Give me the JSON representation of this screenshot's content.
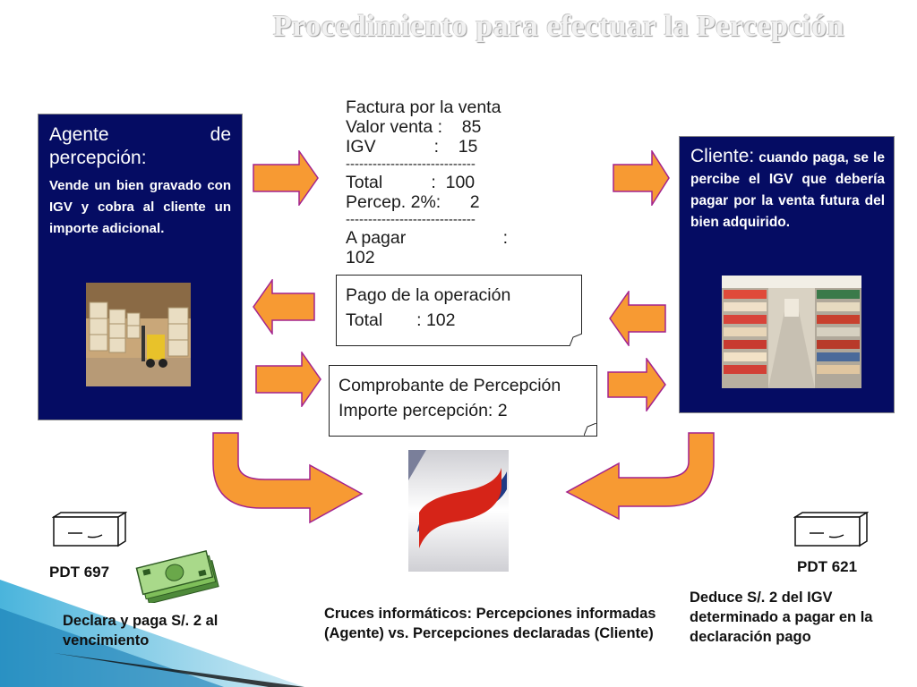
{
  "title": "Procedimiento para efectuar la Percepción",
  "agent": {
    "heading_words": [
      "Agente",
      "de"
    ],
    "heading_line2": "percepción:",
    "description": "Vende un bien gravado con IGV y cobra al cliente un importe adicional."
  },
  "invoice": {
    "lines": [
      "Factura por la venta",
      "Valor venta :    85",
      "IGV            :    15",
      "-----------------------------",
      "Total          :  100",
      "Percep. 2%:      2",
      "-----------------------------",
      "A pagar                    :",
      "102"
    ]
  },
  "payment_note": {
    "line1": "Pago de la operación",
    "line2": "Total       : 102"
  },
  "receipt_note": {
    "line1": "Comprobante de Percepción",
    "line2": "Importe percepción: 2"
  },
  "client": {
    "label": "Cliente:",
    "text": " cuando paga, se le percibe el IGV que debería pagar por la venta futura del bien adquirido."
  },
  "left_bottom": {
    "pdt": "PDT 697",
    "caption": "Declara y paga S/. 2 al vencimiento"
  },
  "right_bottom": {
    "pdt": "PDT 621",
    "caption": "Deduce S/. 2 del IGV determinado a pagar en la declaración pago"
  },
  "center_caption": "Cruces informáticos: Percepciones informadas (Agente) vs. Percepciones declaradas (Cliente)",
  "colors": {
    "navy": "#050c63",
    "arrow": "#f79a33",
    "arrow_border": "#a3238e",
    "logo_red": "#d62418",
    "logo_blue": "#1f3a85"
  },
  "icons": [
    "warehouse-photo",
    "supermarket-photo",
    "sunat-logo",
    "disk-drive-icon",
    "money-icon"
  ]
}
